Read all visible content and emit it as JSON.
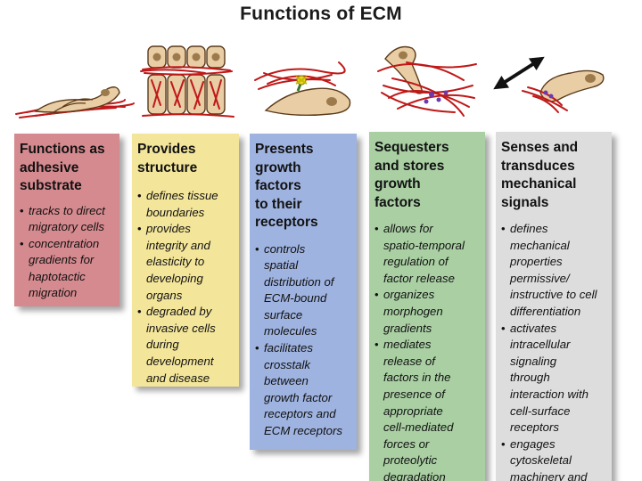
{
  "title": "Functions of ECM",
  "colors": {
    "col1": "#d58a8f",
    "col2": "#f3e59a",
    "col3": "#9fb3e0",
    "col4": "#a9cfa3",
    "col5": "#dddddd",
    "ecm_fiber": "#c01818",
    "cell_fill": "#e9cda5",
    "cell_outline": "#5a3a1a",
    "nucleus": "#9c7a4c"
  },
  "columns": [
    {
      "title": "Functions as\nadhesive\nsubstrate",
      "bullets": [
        "tracks to direct\nmigratory cells",
        "concentration\ngradients for\nhaptotactic\nmigration"
      ]
    },
    {
      "title": "Provides\nstructure",
      "bullets": [
        "defines tissue\nboundaries",
        "provides\nintegrity and\nelasticity to\ndeveloping\norgans",
        "degraded by\ninvasive cells\nduring\ndevelopment\nand disease"
      ]
    },
    {
      "title": "Presents\ngrowth\nfactors\nto their\nreceptors",
      "bullets": [
        "controls\nspatial\ndistribution of\nECM-bound\nsurface\nmolecules",
        "facilitates\ncrosstalk\nbetween\ngrowth factor\nreceptors and\nECM receptors"
      ]
    },
    {
      "title": "Sequesters\nand stores\ngrowth\nfactors",
      "bullets": [
        "allows for\nspatio-temporal\nregulation of\nfactor release",
        "organizes\nmorphogen\ngradients",
        "mediates\nrelease of\nfactors in the\npresence of\nappropriate\ncell-mediated\nforces or\nproteolytic\ndegradation"
      ]
    },
    {
      "title": "Senses and\ntransduces\nmechanical\nsignals",
      "bullets": [
        "defines\nmechanical\nproperties\npermissive/\ninstructive to cell\ndifferentiation",
        "activates\nintracellular\nsignaling\nthrough\ninteraction with\ncell-surface\nreceptors",
        "engages\ncytoskeletal\nmachinery and"
      ]
    }
  ]
}
